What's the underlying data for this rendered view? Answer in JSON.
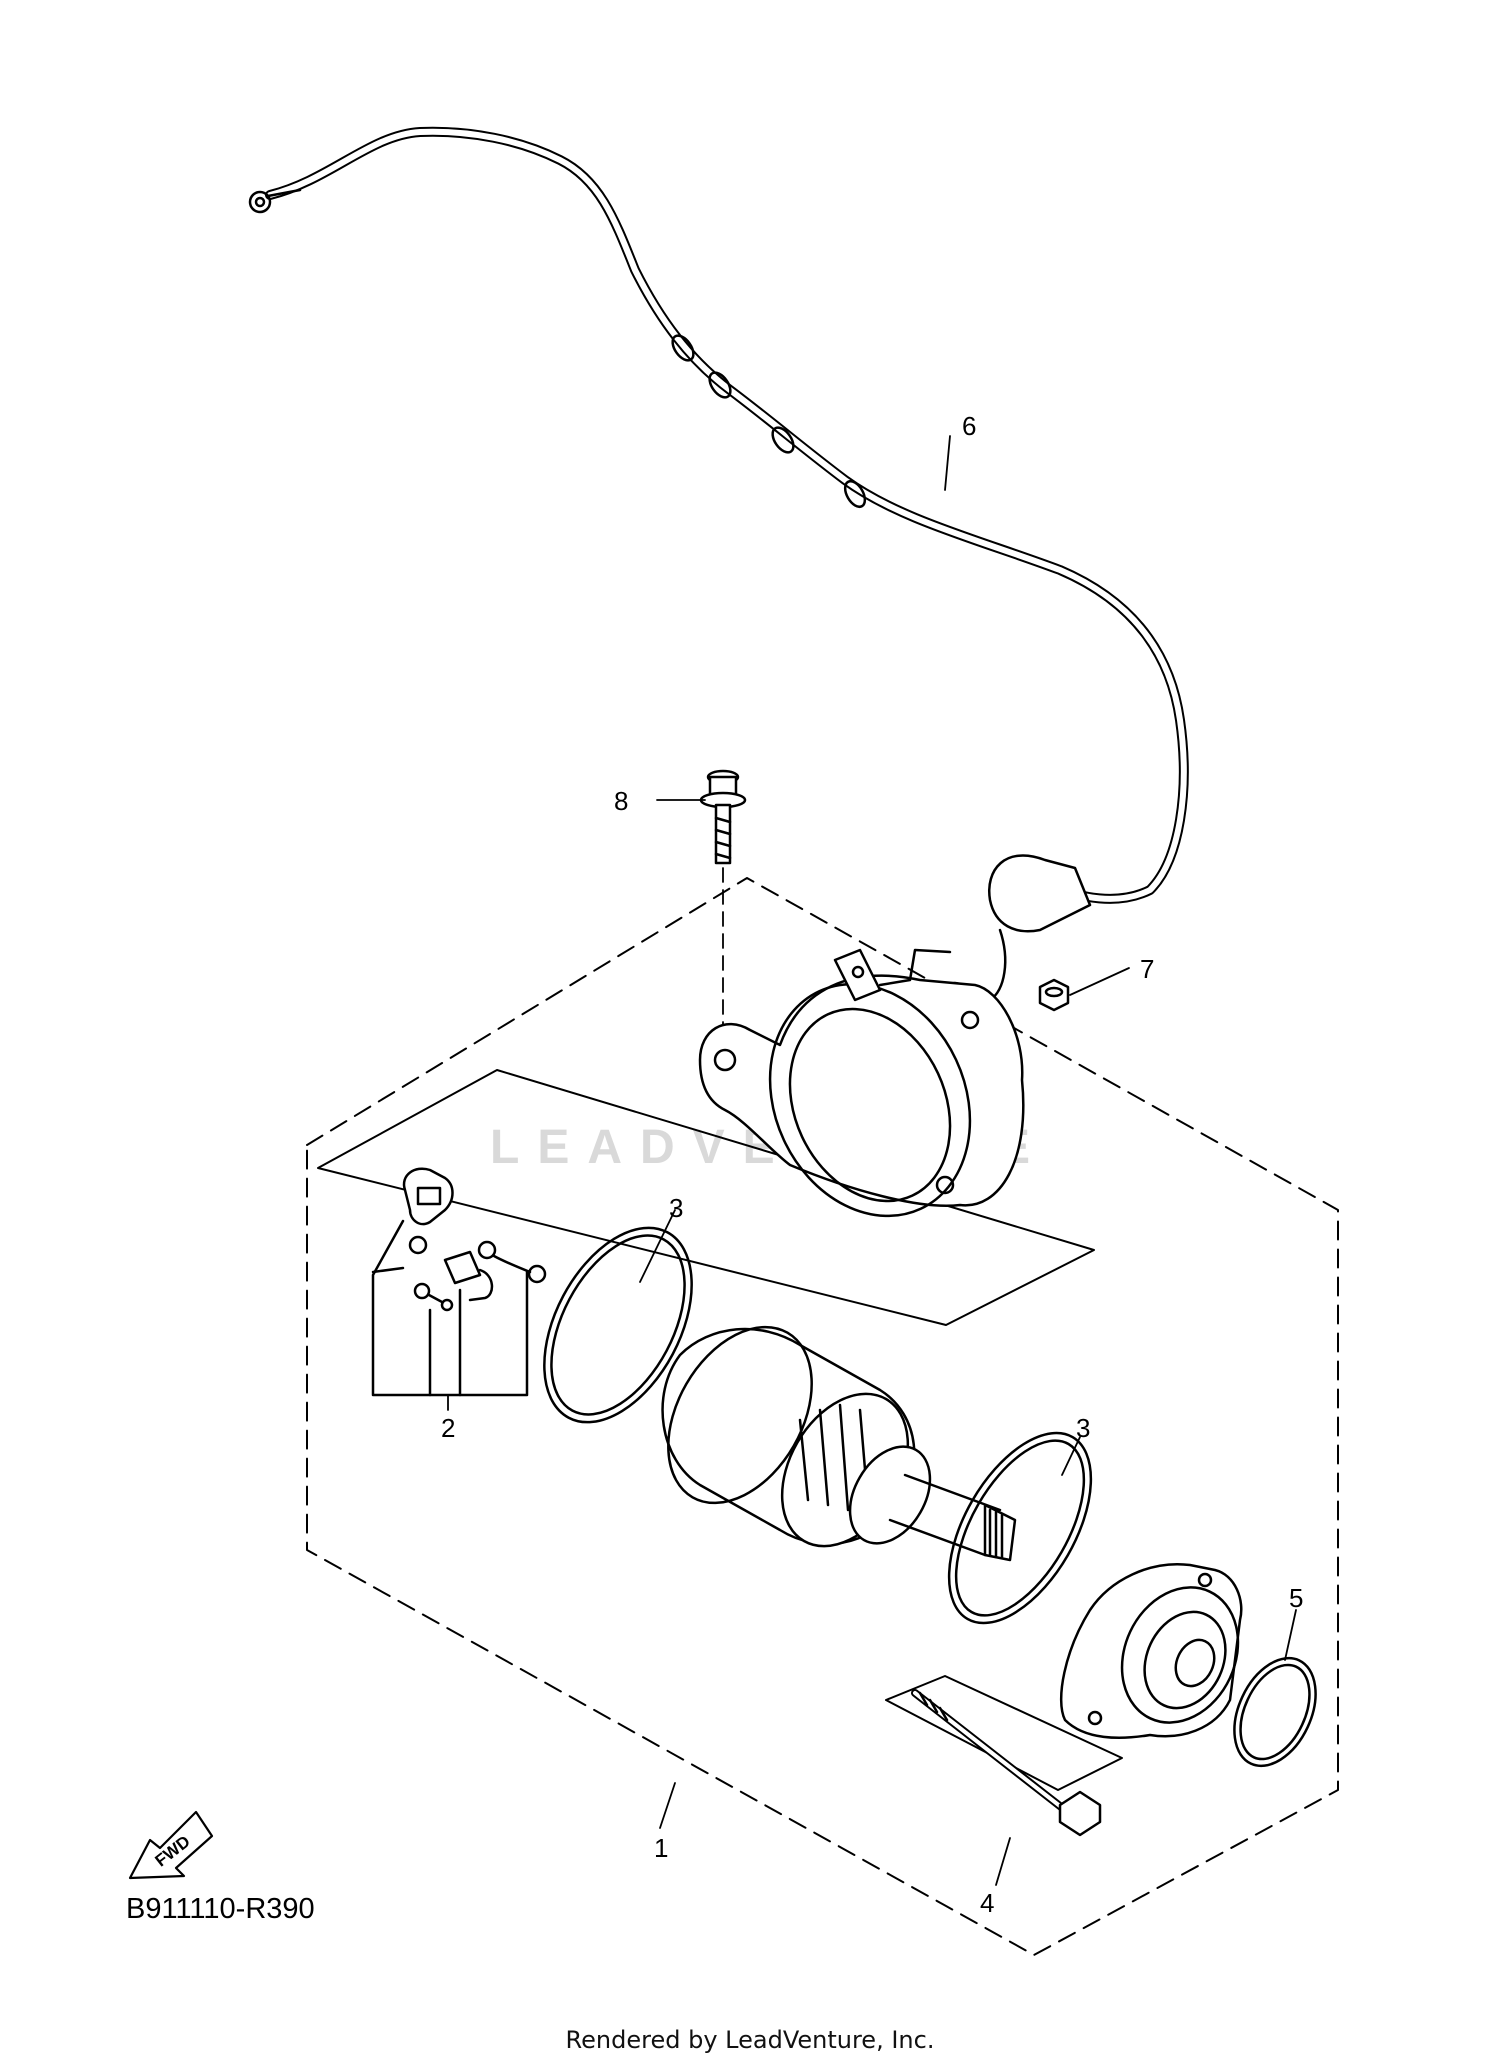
{
  "callouts": {
    "c1": "1",
    "c2": "2",
    "c3a": "3",
    "c3b": "3",
    "c4": "4",
    "c5": "5",
    "c6": "6",
    "c7": "7",
    "c8": "8"
  },
  "fwd_label": "FWD",
  "diagram_code": "B911110-R390",
  "watermark": "LEADVENTURE",
  "footer": "Rendered by LeadVenture, Inc."
}
